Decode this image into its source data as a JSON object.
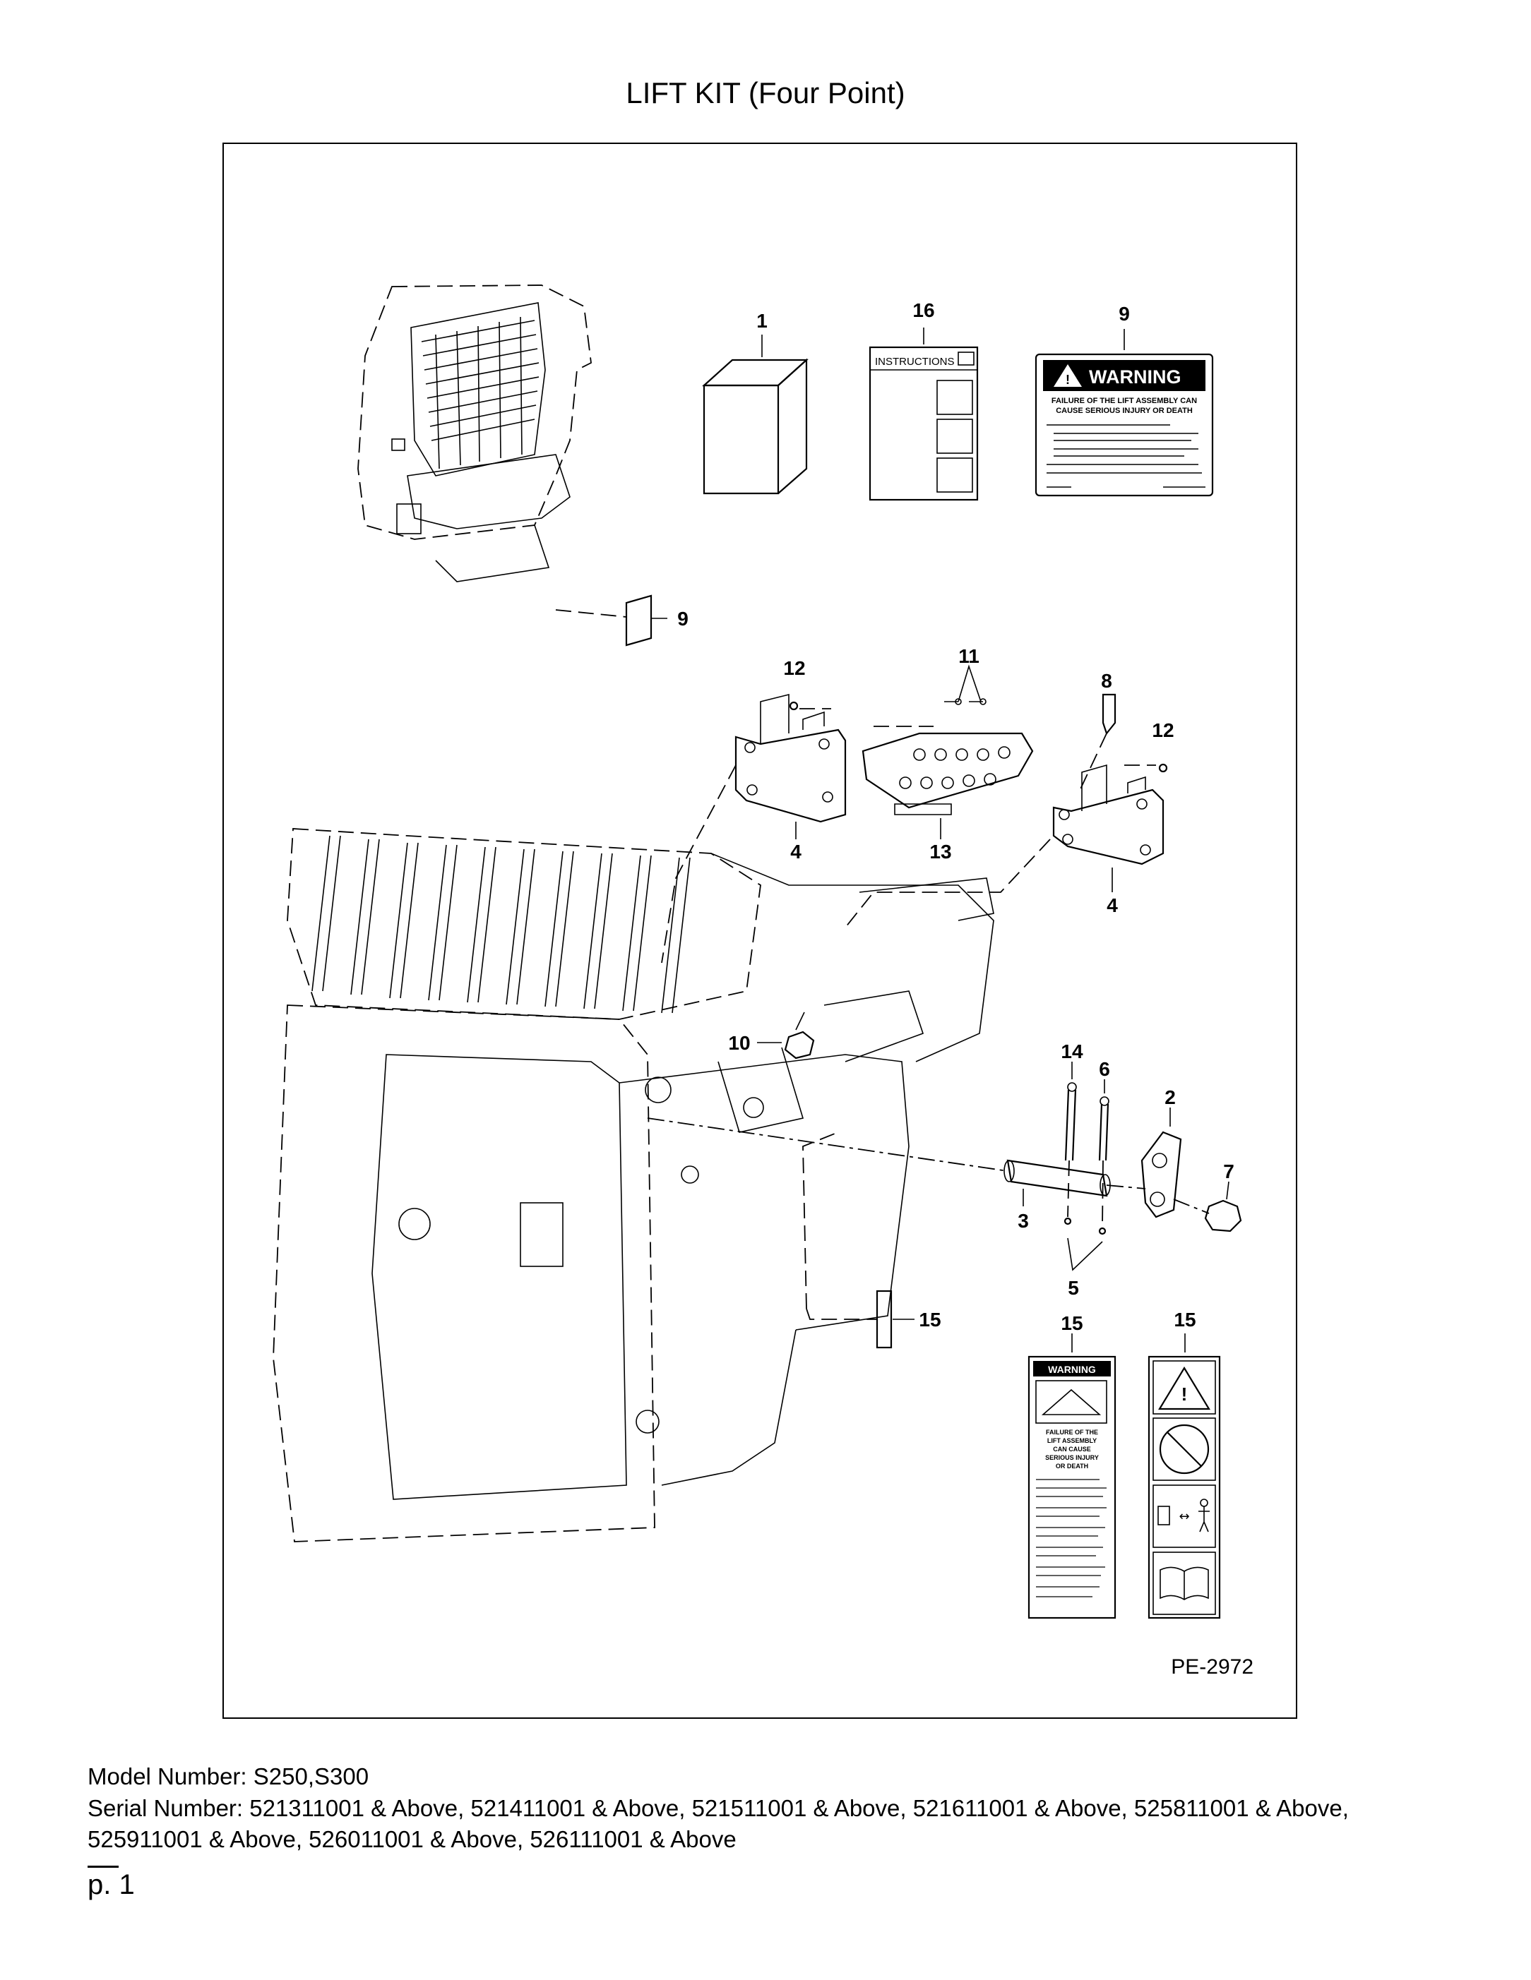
{
  "page": {
    "title": "LIFT KIT (Four Point)",
    "diagram_code": "PE-2972",
    "model_line": "Model Number: S250,S300",
    "serial_line": "Serial Number: 521311001 & Above, 521411001 & Above, 521511001 & Above, 521611001 & Above, 525811001 & Above, 525911001 & Above, 526011001 & Above, 526111001 & Above",
    "page_number": "p. 1"
  },
  "callouts": {
    "c1": "1",
    "c16": "16",
    "c9_decal": "9",
    "c9_cab": "9",
    "c12_left": "12",
    "c11": "11",
    "c8": "8",
    "c12_right": "12",
    "c4_left": "4",
    "c13": "13",
    "c4_right": "4",
    "c10": "10",
    "c14": "14",
    "c6": "6",
    "c2": "2",
    "c7": "7",
    "c3": "3",
    "c5": "5",
    "c15_loader": "15",
    "c15_decal_a": "15",
    "c15_decal_b": "15"
  },
  "decals": {
    "instructions": {
      "header": "INSTRUCTIONS"
    },
    "warning_large": {
      "heading": "WARNING",
      "line1": "FAILURE OF THE LIFT ASSEMBLY CAN",
      "line2": "CAUSE SERIOUS INJURY OR DEATH"
    },
    "warning_tall": {
      "heading": "WARNING",
      "line1": "FAILURE OF THE",
      "line2": "LIFT ASSEMBLY",
      "line3": "CAN CAUSE",
      "line4": "SERIOUS INJURY",
      "line5": "OR DEATH"
    }
  }
}
